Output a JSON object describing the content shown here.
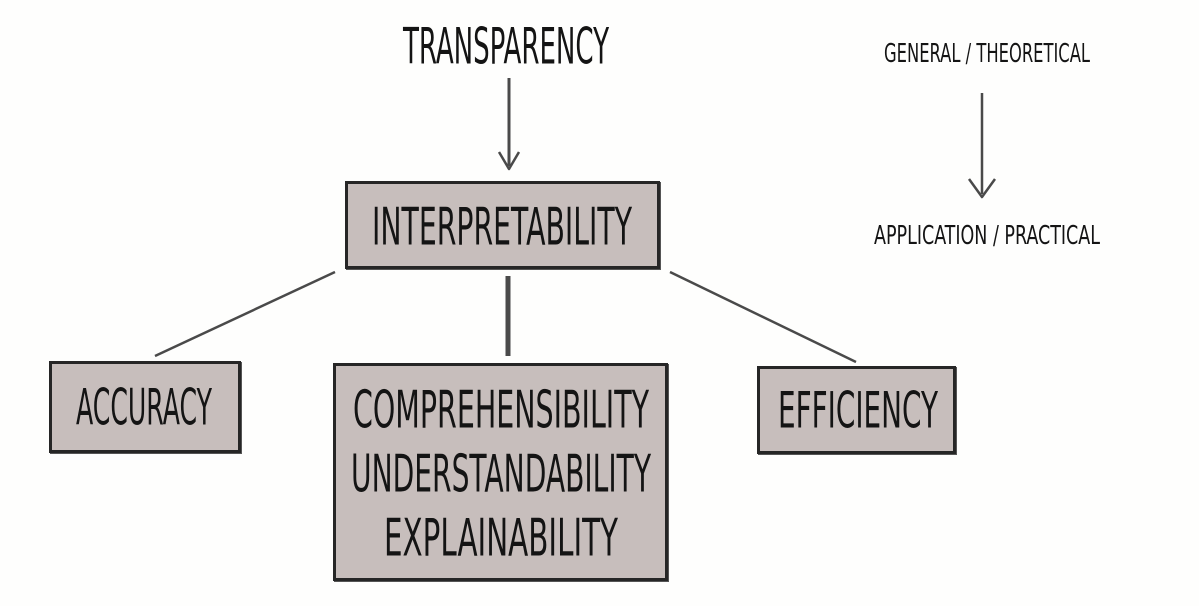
{
  "diagram": {
    "top_concept": "Transparency",
    "central_concept": "Interpretability",
    "left_concept": "Accuracy",
    "middle_concepts": [
      "Comprehensibility",
      "Understandability",
      "Explainability"
    ],
    "right_concept": "Efficiency"
  },
  "scale": {
    "top_label": "general / theoretical",
    "bottom_label": "application / practical"
  },
  "colors": {
    "box_fill": "#c7bebc",
    "box_border": "#262626",
    "ink": "#141414",
    "connector": "#4a4a4a",
    "background": "#fefefd"
  }
}
